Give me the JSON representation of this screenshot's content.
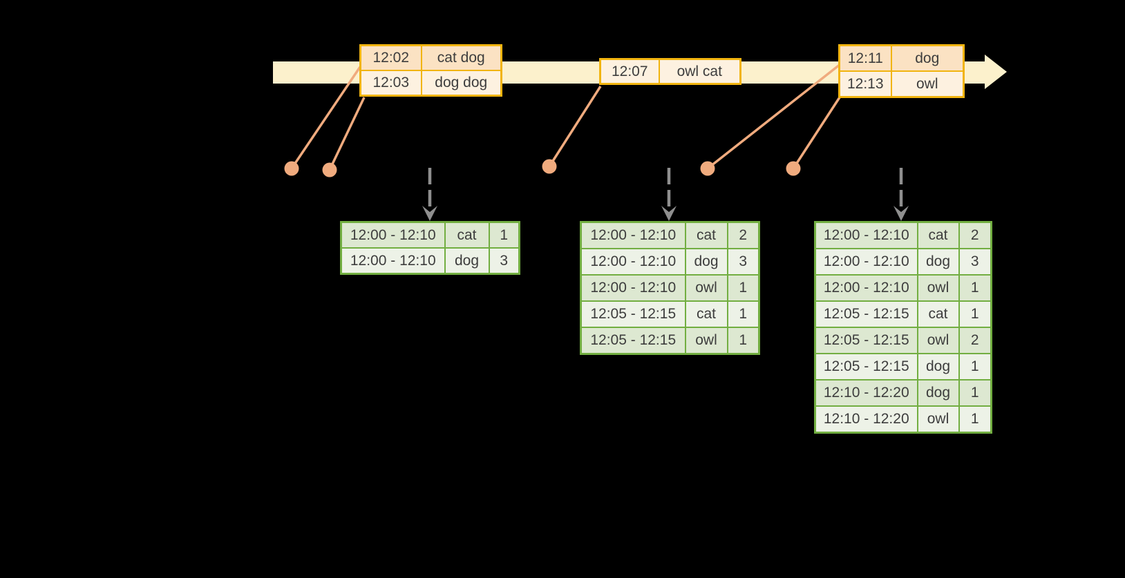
{
  "timeline": {
    "events": [
      {
        "time": "12:02",
        "words": "cat dog"
      },
      {
        "time": "12:03",
        "words": "dog dog"
      },
      {
        "time": "12:07",
        "words": "owl cat"
      },
      {
        "time": "12:11",
        "words": "dog"
      },
      {
        "time": "12:13",
        "words": "owl"
      }
    ]
  },
  "result_tables": [
    {
      "rows": [
        {
          "window": "12:00 - 12:10",
          "word": "cat",
          "count": "1"
        },
        {
          "window": "12:00 - 12:10",
          "word": "dog",
          "count": "3"
        }
      ]
    },
    {
      "rows": [
        {
          "window": "12:00 - 12:10",
          "word": "cat",
          "count": "2"
        },
        {
          "window": "12:00 - 12:10",
          "word": "dog",
          "count": "3"
        },
        {
          "window": "12:00 - 12:10",
          "word": "owl",
          "count": "1"
        },
        {
          "window": "12:05 - 12:15",
          "word": "cat",
          "count": "1"
        },
        {
          "window": "12:05 - 12:15",
          "word": "owl",
          "count": "1"
        }
      ]
    },
    {
      "rows": [
        {
          "window": "12:00 - 12:10",
          "word": "cat",
          "count": "2"
        },
        {
          "window": "12:00 - 12:10",
          "word": "dog",
          "count": "3"
        },
        {
          "window": "12:00 - 12:10",
          "word": "owl",
          "count": "1"
        },
        {
          "window": "12:05 - 12:15",
          "word": "cat",
          "count": "1"
        },
        {
          "window": "12:05 - 12:15",
          "word": "owl",
          "count": "2"
        },
        {
          "window": "12:05 - 12:15",
          "word": "dog",
          "count": "1"
        },
        {
          "window": "12:10 - 12:20",
          "word": "dog",
          "count": "1"
        },
        {
          "window": "12:10 - 12:20",
          "word": "owl",
          "count": "1"
        }
      ]
    }
  ],
  "icons": {
    "timeline_arrow": "→",
    "trigger_arrow": "↓",
    "event_dot": "●"
  },
  "colors": {
    "background": "#000000",
    "timeline_band": "#fcf1cc",
    "event_border": "#f1b40f",
    "event_row_dark": "#fbe2c3",
    "event_row_light": "#fdf1e0",
    "connector": "#f0ab7e",
    "result_border": "#72ae41",
    "result_row_dark": "#dde8d1",
    "result_row_light": "#edf2e7",
    "trigger_arrow": "#8f8f8f",
    "text": "#3d3d3d"
  }
}
